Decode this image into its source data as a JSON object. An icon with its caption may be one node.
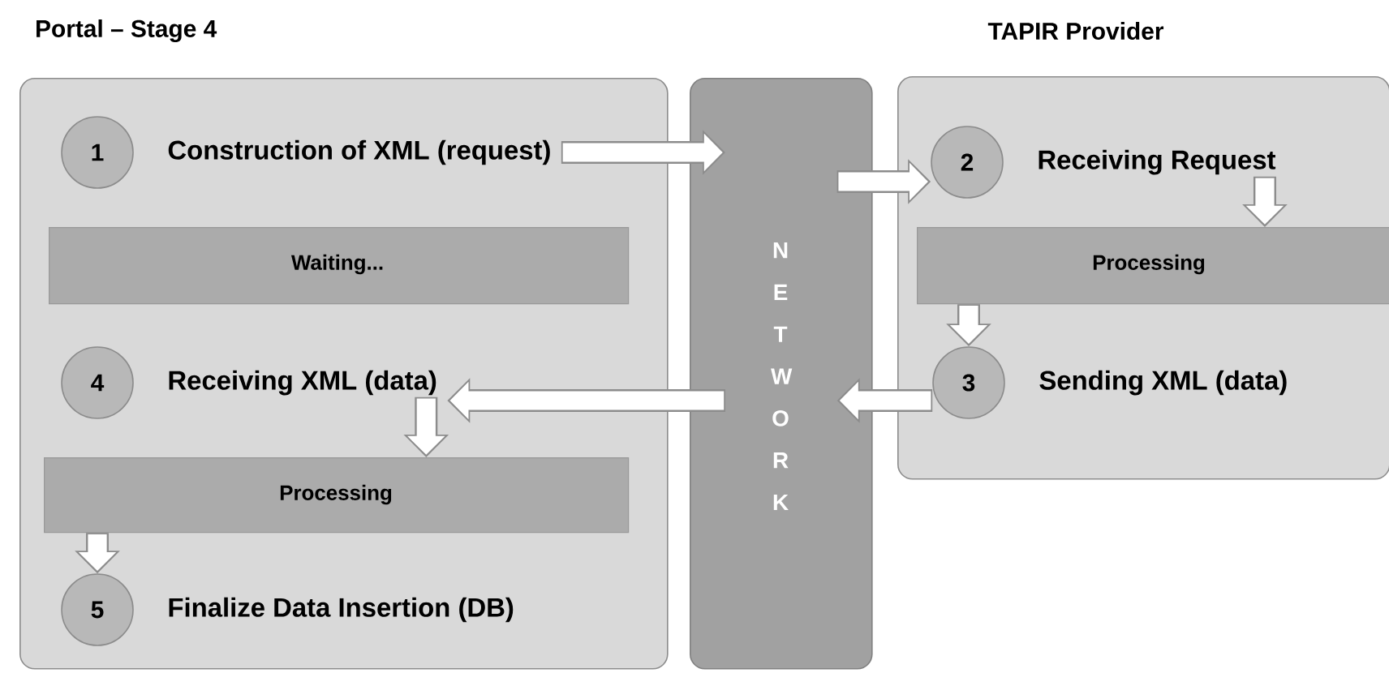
{
  "diagram": {
    "nodes": [
      {
        "text": [
          "Portal – Stage 4"
        ]
      },
      {
        "text": [
          "1"
        ],
        "in": 0,
        "beside": [
          "Construction of XML (request)"
        ]
      },
      {
        "text": [
          "Waiting..."
        ],
        "in": 0
      },
      {
        "text": [
          "4"
        ],
        "in": 0,
        "beside": [
          "Receiving XML (data)"
        ]
      },
      {
        "text": [
          "Processing"
        ],
        "in": 0
      },
      {
        "text": [
          "5"
        ],
        "in": 0,
        "beside": [
          "Finalize Data Insertion (DB)"
        ]
      },
      {
        "text": [
          "N E T W O R K"
        ]
      },
      {
        "text": [
          "TAPIR Provider"
        ]
      },
      {
        "text": [
          "2"
        ],
        "in": 7,
        "beside": [
          "Receiving Request"
        ]
      },
      {
        "text": [
          "Processing"
        ],
        "in": 7
      },
      {
        "text": [
          "3"
        ],
        "in": 7,
        "beside": [
          "Sending XML (data)"
        ]
      }
    ],
    "edges": [
      {
        "from": 1,
        "to": 6,
        "arrow": "to"
      },
      {
        "from": 6,
        "to": 8,
        "arrow": "to"
      },
      {
        "from": 8,
        "to": 9,
        "arrow": "to"
      },
      {
        "from": 9,
        "to": 10,
        "arrow": "to"
      },
      {
        "from": 10,
        "to": 6,
        "arrow": "to"
      },
      {
        "from": 6,
        "to": 3,
        "arrow": "to"
      },
      {
        "from": 3,
        "to": 4,
        "arrow": "to"
      },
      {
        "from": 4,
        "to": 5,
        "arrow": "to"
      }
    ]
  }
}
